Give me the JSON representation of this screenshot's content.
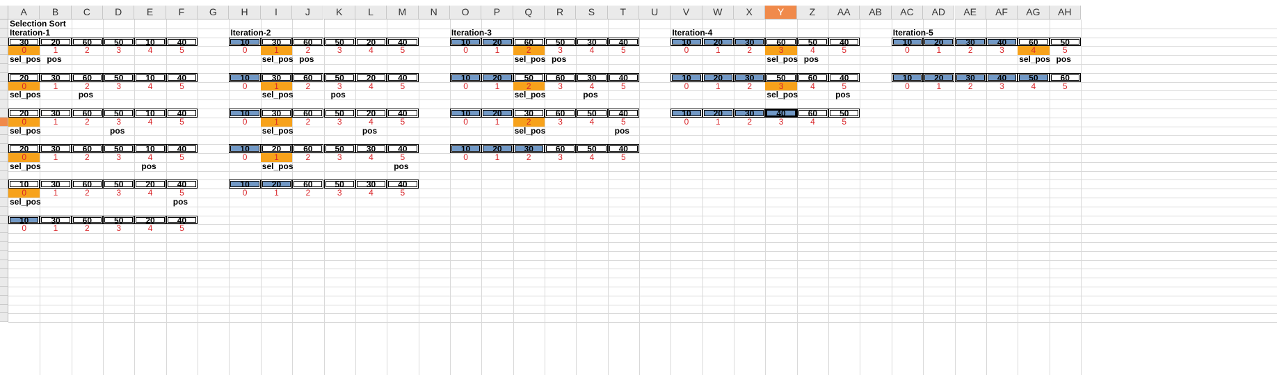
{
  "columns": [
    "A",
    "B",
    "C",
    "D",
    "E",
    "F",
    "G",
    "H",
    "I",
    "J",
    "K",
    "L",
    "M",
    "N",
    "O",
    "P",
    "Q",
    "R",
    "S",
    "T",
    "U",
    "V",
    "W",
    "X",
    "Y",
    "Z",
    "AA",
    "AB",
    "AC",
    "AD",
    "AE",
    "AF",
    "AG",
    "AH"
  ],
  "selected_column": "Y",
  "colors": {
    "sorted_fill": "#7299c6",
    "selected_index_fill": "#f7a21b",
    "index_text": "#d9262a",
    "header_selected": "#f08a4b"
  },
  "title": "Selection Sort",
  "iterations": [
    {
      "label": "Iteration-1",
      "steps": [
        {
          "values": [
            "30",
            "20",
            "60",
            "50",
            "10",
            "40"
          ],
          "indices": [
            "0",
            "1",
            "2",
            "3",
            "4",
            "5"
          ],
          "sorted": 0,
          "hl": 0,
          "sel_label": "sel_pos",
          "pos": 1
        },
        {
          "values": [
            "20",
            "30",
            "60",
            "50",
            "10",
            "40"
          ],
          "indices": [
            "0",
            "1",
            "2",
            "3",
            "4",
            "5"
          ],
          "sorted": 0,
          "hl": 0,
          "sel_label": "sel_pos",
          "pos": 2
        },
        {
          "values": [
            "20",
            "30",
            "60",
            "50",
            "10",
            "40"
          ],
          "indices": [
            "0",
            "1",
            "2",
            "3",
            "4",
            "5"
          ],
          "sorted": 0,
          "hl": 0,
          "sel_label": "sel_pos",
          "pos": 3
        },
        {
          "values": [
            "20",
            "30",
            "60",
            "50",
            "10",
            "40"
          ],
          "indices": [
            "0",
            "1",
            "2",
            "3",
            "4",
            "5"
          ],
          "sorted": 0,
          "hl": 0,
          "sel_label": "sel_pos",
          "pos": 4
        },
        {
          "values": [
            "10",
            "30",
            "60",
            "50",
            "20",
            "40"
          ],
          "indices": [
            "0",
            "1",
            "2",
            "3",
            "4",
            "5"
          ],
          "sorted": 0,
          "hl": 0,
          "sel_label": "sel_pos",
          "pos": 5
        },
        {
          "values": [
            "10",
            "30",
            "60",
            "50",
            "20",
            "40"
          ],
          "indices": [
            "0",
            "1",
            "2",
            "3",
            "4",
            "5"
          ],
          "sorted": 1,
          "hl": -1,
          "sel_label": "",
          "pos": -1
        }
      ]
    },
    {
      "label": "Iteration-2",
      "steps": [
        {
          "values": [
            "10",
            "30",
            "60",
            "50",
            "20",
            "40"
          ],
          "indices": [
            "0",
            "1",
            "2",
            "3",
            "4",
            "5"
          ],
          "sorted": 1,
          "hl": 1,
          "sel_label": "sel_pos",
          "pos": 2
        },
        {
          "values": [
            "10",
            "30",
            "60",
            "50",
            "20",
            "40"
          ],
          "indices": [
            "0",
            "1",
            "2",
            "3",
            "4",
            "5"
          ],
          "sorted": 1,
          "hl": 1,
          "sel_label": "sel_pos",
          "pos": 3
        },
        {
          "values": [
            "10",
            "30",
            "60",
            "50",
            "20",
            "40"
          ],
          "indices": [
            "0",
            "1",
            "2",
            "3",
            "4",
            "5"
          ],
          "sorted": 1,
          "hl": 1,
          "sel_label": "sel_pos",
          "pos": 4
        },
        {
          "values": [
            "10",
            "20",
            "60",
            "50",
            "30",
            "40"
          ],
          "indices": [
            "0",
            "1",
            "2",
            "3",
            "4",
            "5"
          ],
          "sorted": 1,
          "hl": 1,
          "sel_label": "sel_pos",
          "pos": 5
        },
        {
          "values": [
            "10",
            "20",
            "60",
            "50",
            "30",
            "40"
          ],
          "indices": [
            "0",
            "1",
            "2",
            "3",
            "4",
            "5"
          ],
          "sorted": 2,
          "hl": -1,
          "sel_label": "",
          "pos": -1
        }
      ]
    },
    {
      "label": "Iteration-3",
      "steps": [
        {
          "values": [
            "10",
            "20",
            "60",
            "50",
            "30",
            "40"
          ],
          "indices": [
            "0",
            "1",
            "2",
            "3",
            "4",
            "5"
          ],
          "sorted": 2,
          "hl": 2,
          "sel_label": "sel_pos",
          "pos": 3
        },
        {
          "values": [
            "10",
            "20",
            "50",
            "60",
            "30",
            "40"
          ],
          "indices": [
            "0",
            "1",
            "2",
            "3",
            "4",
            "5"
          ],
          "sorted": 2,
          "hl": 2,
          "sel_label": "sel_pos",
          "pos": 4
        },
        {
          "values": [
            "10",
            "20",
            "30",
            "60",
            "50",
            "40"
          ],
          "indices": [
            "0",
            "1",
            "2",
            "3",
            "4",
            "5"
          ],
          "sorted": 2,
          "hl": 2,
          "sel_label": "sel_pos",
          "pos": 5
        },
        {
          "values": [
            "10",
            "20",
            "30",
            "60",
            "50",
            "40"
          ],
          "indices": [
            "0",
            "1",
            "2",
            "3",
            "4",
            "5"
          ],
          "sorted": 3,
          "hl": -1,
          "sel_label": "",
          "pos": -1
        }
      ]
    },
    {
      "label": "Iteration-4",
      "steps": [
        {
          "values": [
            "10",
            "20",
            "30",
            "60",
            "50",
            "40"
          ],
          "indices": [
            "0",
            "1",
            "2",
            "3",
            "4",
            "5"
          ],
          "sorted": 3,
          "hl": 3,
          "sel_label": "sel_pos",
          "pos": 4
        },
        {
          "values": [
            "10",
            "20",
            "30",
            "50",
            "60",
            "40"
          ],
          "indices": [
            "0",
            "1",
            "2",
            "3",
            "4",
            "5"
          ],
          "sorted": 3,
          "hl": 3,
          "sel_label": "sel_pos",
          "pos": 5
        },
        {
          "values": [
            "10",
            "20",
            "30",
            "40",
            "60",
            "50"
          ],
          "indices": [
            "0",
            "1",
            "2",
            "3",
            "4",
            "5"
          ],
          "sorted": 4,
          "hl": -1,
          "sel_label": "",
          "pos": -1
        }
      ]
    },
    {
      "label": "Iteration-5",
      "steps": [
        {
          "values": [
            "10",
            "20",
            "30",
            "40",
            "60",
            "50"
          ],
          "indices": [
            "0",
            "1",
            "2",
            "3",
            "4",
            "5"
          ],
          "sorted": 4,
          "hl": 4,
          "sel_label": "sel_pos",
          "pos": 5
        },
        {
          "values": [
            "10",
            "20",
            "30",
            "40",
            "50",
            "60"
          ],
          "indices": [
            "0",
            "1",
            "2",
            "3",
            "4",
            "5"
          ],
          "sorted": 5,
          "hl": -1,
          "sel_label": "",
          "pos": -1
        }
      ]
    }
  ],
  "pos_label": "pos"
}
